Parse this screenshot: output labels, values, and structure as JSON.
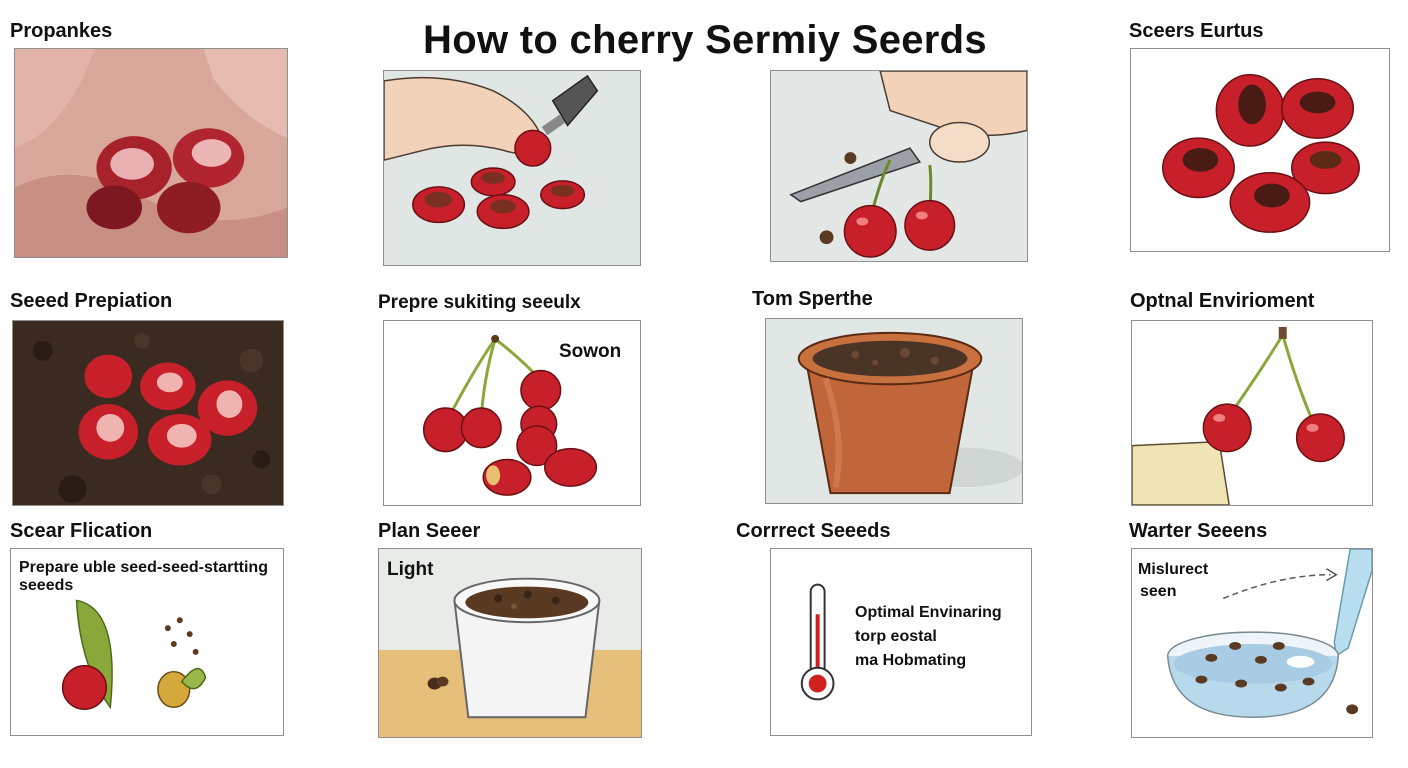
{
  "page": {
    "title": "How to cherry Sermiy Seerds"
  },
  "row1": {
    "label1": "Propankes",
    "label4": "Sceers Eurtus"
  },
  "row2": {
    "label1": "Seeed Prepiation",
    "label2": "Prepre sukiting seeulx",
    "label3": "Tom Sperthe",
    "label4": "Optnal Envirioment",
    "panel2_text": "Sowon"
  },
  "row3": {
    "label1": "Scear Flication",
    "label2": "Plan Seeer",
    "label3": "Corrrect Seeeds",
    "label4": "Warter Seeens",
    "panel1_text": "Prepare uble seed-seed-startting seeeds",
    "panel2_text": "Light",
    "panel3_text_lines": [
      "Optimal Envinaring",
      "torp eostal",
      "ma Hobmating"
    ],
    "panel4_text_lines": [
      "Mislurect",
      "seen"
    ]
  },
  "colors": {
    "cherry_red": "#c8202a",
    "stem_green": "#8aa83a",
    "soil_dark": "#3a2a20",
    "pot_terracotta": "#c0663a"
  }
}
